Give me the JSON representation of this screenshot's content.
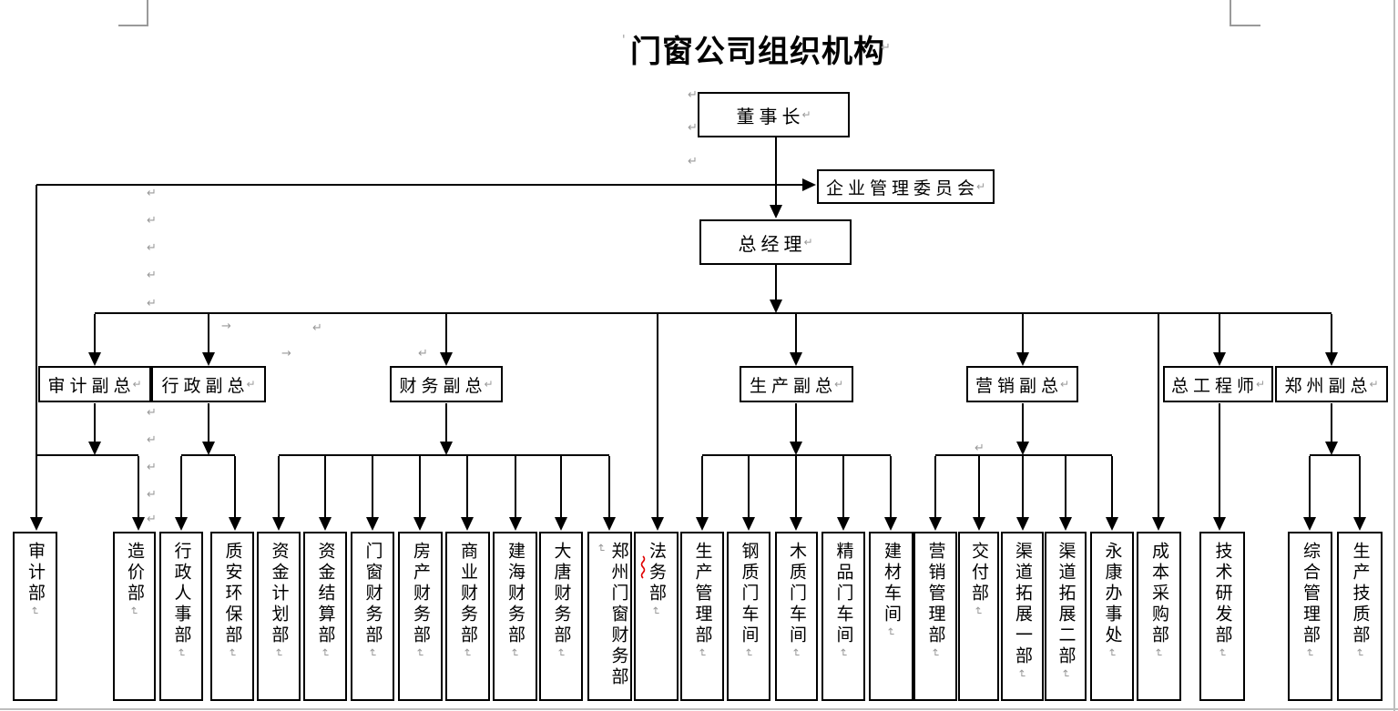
{
  "title": "门窗公司组织机构",
  "org": {
    "chairman": {
      "label": "董事长"
    },
    "committee": {
      "label": "企业管理委员会"
    },
    "gm": {
      "label": "总经理"
    },
    "vps": [
      {
        "id": "audit",
        "label": "审计副总"
      },
      {
        "id": "admin",
        "label": "行政副总"
      },
      {
        "id": "finance",
        "label": "财务副总"
      },
      {
        "id": "production",
        "label": "生产副总"
      },
      {
        "id": "marketing",
        "label": "营销副总"
      },
      {
        "id": "chief-engineer",
        "label": "总工程师"
      },
      {
        "id": "zhengzhou",
        "label": "郑州副总"
      }
    ],
    "departments": [
      {
        "id": "audit-dept",
        "label": "审计部"
      },
      {
        "id": "cost-estimation",
        "label": "造价部"
      },
      {
        "id": "hr-admin",
        "label": "行政人事部"
      },
      {
        "id": "quality-safety-env",
        "label": "质安环保部"
      },
      {
        "id": "fund-planning",
        "label": "资金计划部"
      },
      {
        "id": "fund-settlement",
        "label": "资金结算部"
      },
      {
        "id": "door-window-finance",
        "label": "门窗财务部"
      },
      {
        "id": "real-estate-finance",
        "label": "房产财务部"
      },
      {
        "id": "commerce-finance",
        "label": "商业财务部"
      },
      {
        "id": "jianhai-finance",
        "label": "建海财务部"
      },
      {
        "id": "datang-finance",
        "label": "大唐财务部"
      },
      {
        "id": "zhengzhou-dw-finance",
        "label": "郑州门窗财务部"
      },
      {
        "id": "legal",
        "label": "法务部"
      },
      {
        "id": "production-mgmt",
        "label": "生产管理部"
      },
      {
        "id": "steel-door-workshop",
        "label": "钢质门车间"
      },
      {
        "id": "wood-door-workshop",
        "label": "木质门车间"
      },
      {
        "id": "premium-door-workshop",
        "label": "精品门车间"
      },
      {
        "id": "building-mat-workshop",
        "label": "建材车间"
      },
      {
        "id": "marketing-mgmt",
        "label": "营销管理部"
      },
      {
        "id": "delivery",
        "label": "交付部"
      },
      {
        "id": "channel-dev-1",
        "label": "渠道拓展一部"
      },
      {
        "id": "channel-dev-2",
        "label": "渠道拓展二部"
      },
      {
        "id": "yongkang-office",
        "label": "永康办事处"
      },
      {
        "id": "cost-procurement",
        "label": "成本采购部"
      },
      {
        "id": "tech-rd",
        "label": "技术研发部"
      },
      {
        "id": "general-mgmt",
        "label": "综合管理部"
      },
      {
        "id": "production-tech-quality",
        "label": "生产技质部"
      }
    ]
  },
  "marks": {
    "paragraph": "↵",
    "tab": "→",
    "tick": "'"
  }
}
